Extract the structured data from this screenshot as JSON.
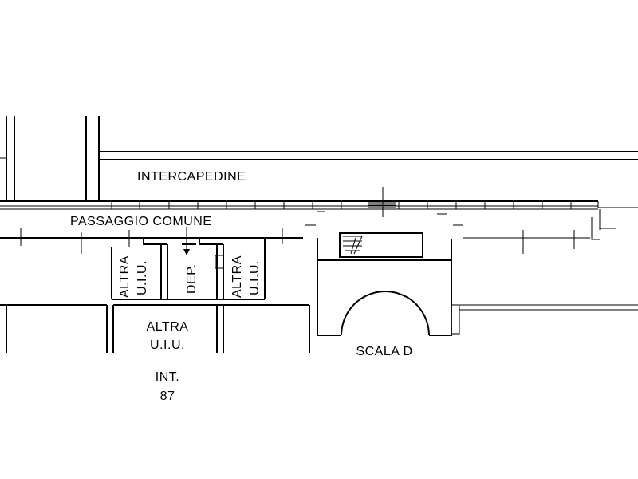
{
  "labels": {
    "intercapedine": "INTERCAPEDINE",
    "passaggio_comune": "PASSAGGIO COMUNE",
    "altra_left_line1": "ALTRA",
    "altra_left_line2": "U.I.U.",
    "deposito": "DEP.",
    "altra_right_line1": "ALTRA",
    "altra_right_line2": "U.I.U.",
    "altra_bottom_line1": "ALTRA",
    "altra_bottom_line2": "U.I.U.",
    "scala": "SCALA D",
    "interno_line1": "INT.",
    "interno_line2": "87"
  },
  "colors": {
    "line": "#000000",
    "background": "#ffffff"
  }
}
